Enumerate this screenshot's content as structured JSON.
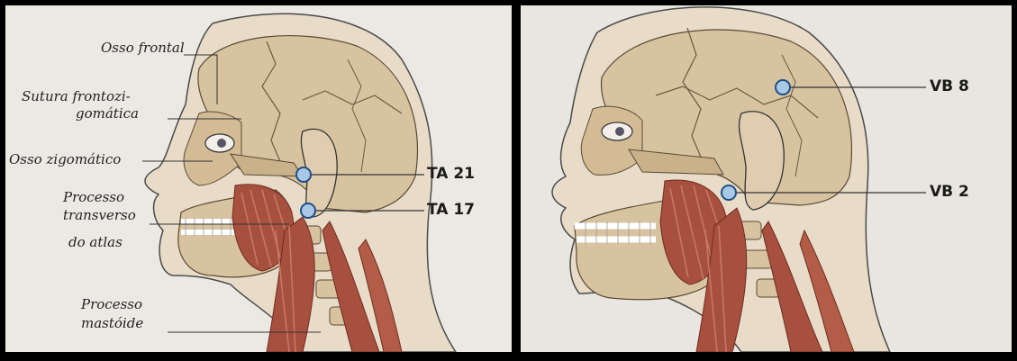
{
  "left_panel": {
    "labels": {
      "osso_frontal": "Osso frontal",
      "sutura_1": "Sutura frontozi-",
      "sutura_2": "gomática",
      "osso_zigomatico": "Osso zigomático",
      "processo_transverso_1": "Processo",
      "processo_transverso_2": "transverso",
      "processo_transverso_3": "do atlas",
      "processo_mastoide_1": "Processo",
      "processo_mastoide_2": "mastóide"
    },
    "points": [
      {
        "name": "TA 21"
      },
      {
        "name": "TA 17"
      }
    ]
  },
  "right_panel": {
    "points": [
      {
        "name": "VB 8"
      },
      {
        "name": "VB 2"
      }
    ]
  },
  "colors": {
    "skull": "#d8c3a0",
    "skull_dark": "#c2aa82",
    "muscle": "#a8503f",
    "muscle_light": "#c77a66",
    "point_fill": "#a9c8e6",
    "point_stroke": "#1f4f86",
    "line": "#333333"
  }
}
